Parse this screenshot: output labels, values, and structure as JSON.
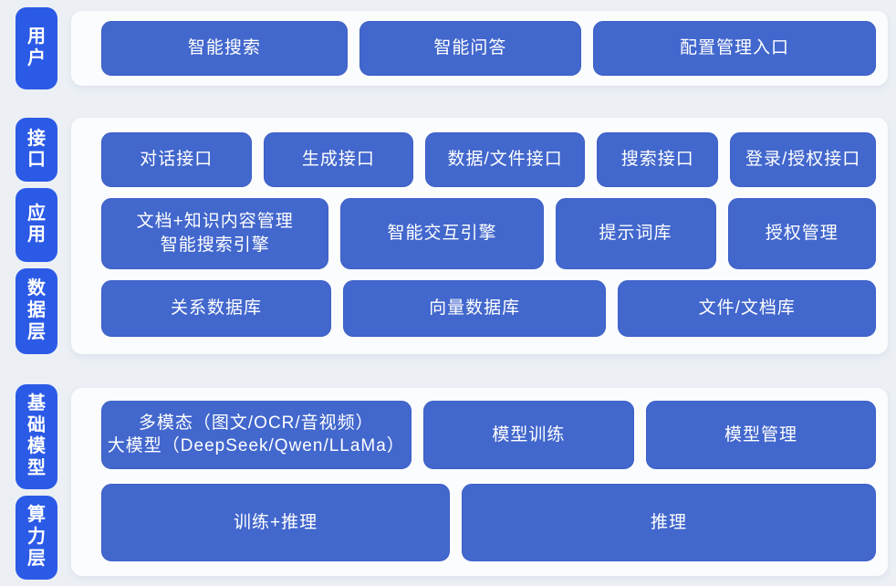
{
  "diagram": {
    "colors": {
      "page_bg": "#ecf0f5",
      "panel_bg": "#fbfcfe",
      "block_blue": "#4267cd",
      "label_blue": "#2b5ae6",
      "text": "#ffffff"
    },
    "sections": [
      {
        "labels": [
          {
            "text": "用户"
          }
        ],
        "rows": [
          {
            "blocks": [
              {
                "label": "智能搜索"
              },
              {
                "label": "智能问答"
              },
              {
                "label": "配置管理入口"
              }
            ]
          }
        ]
      },
      {
        "labels": [
          {
            "text": "接口"
          },
          {
            "text": "应用"
          },
          {
            "text": "数据层"
          }
        ],
        "rows": [
          {
            "blocks": [
              {
                "label": "对话接口"
              },
              {
                "label": "生成接口"
              },
              {
                "label": "数据/文件接口"
              },
              {
                "label": "搜索接口"
              },
              {
                "label": "登录/授权接口"
              }
            ]
          },
          {
            "blocks": [
              {
                "label": "文档+知识内容管理\n智能搜索引擎"
              },
              {
                "label": "智能交互引擎"
              },
              {
                "label": "提示词库"
              },
              {
                "label": "授权管理"
              }
            ]
          },
          {
            "blocks": [
              {
                "label": "关系数据库"
              },
              {
                "label": "向量数据库"
              },
              {
                "label": "文件/文档库"
              }
            ]
          }
        ]
      },
      {
        "labels": [
          {
            "text": "基础模型"
          },
          {
            "text": "算力层"
          }
        ],
        "rows": [
          {
            "blocks": [
              {
                "label": "多模态（图文/OCR/音视频）\n大模型（DeepSeek/Qwen/LLaMa）"
              },
              {
                "label": "模型训练"
              },
              {
                "label": "模型管理"
              }
            ]
          },
          {
            "blocks": [
              {
                "label": "训练+推理"
              },
              {
                "label": "推理"
              }
            ]
          }
        ]
      }
    ]
  }
}
